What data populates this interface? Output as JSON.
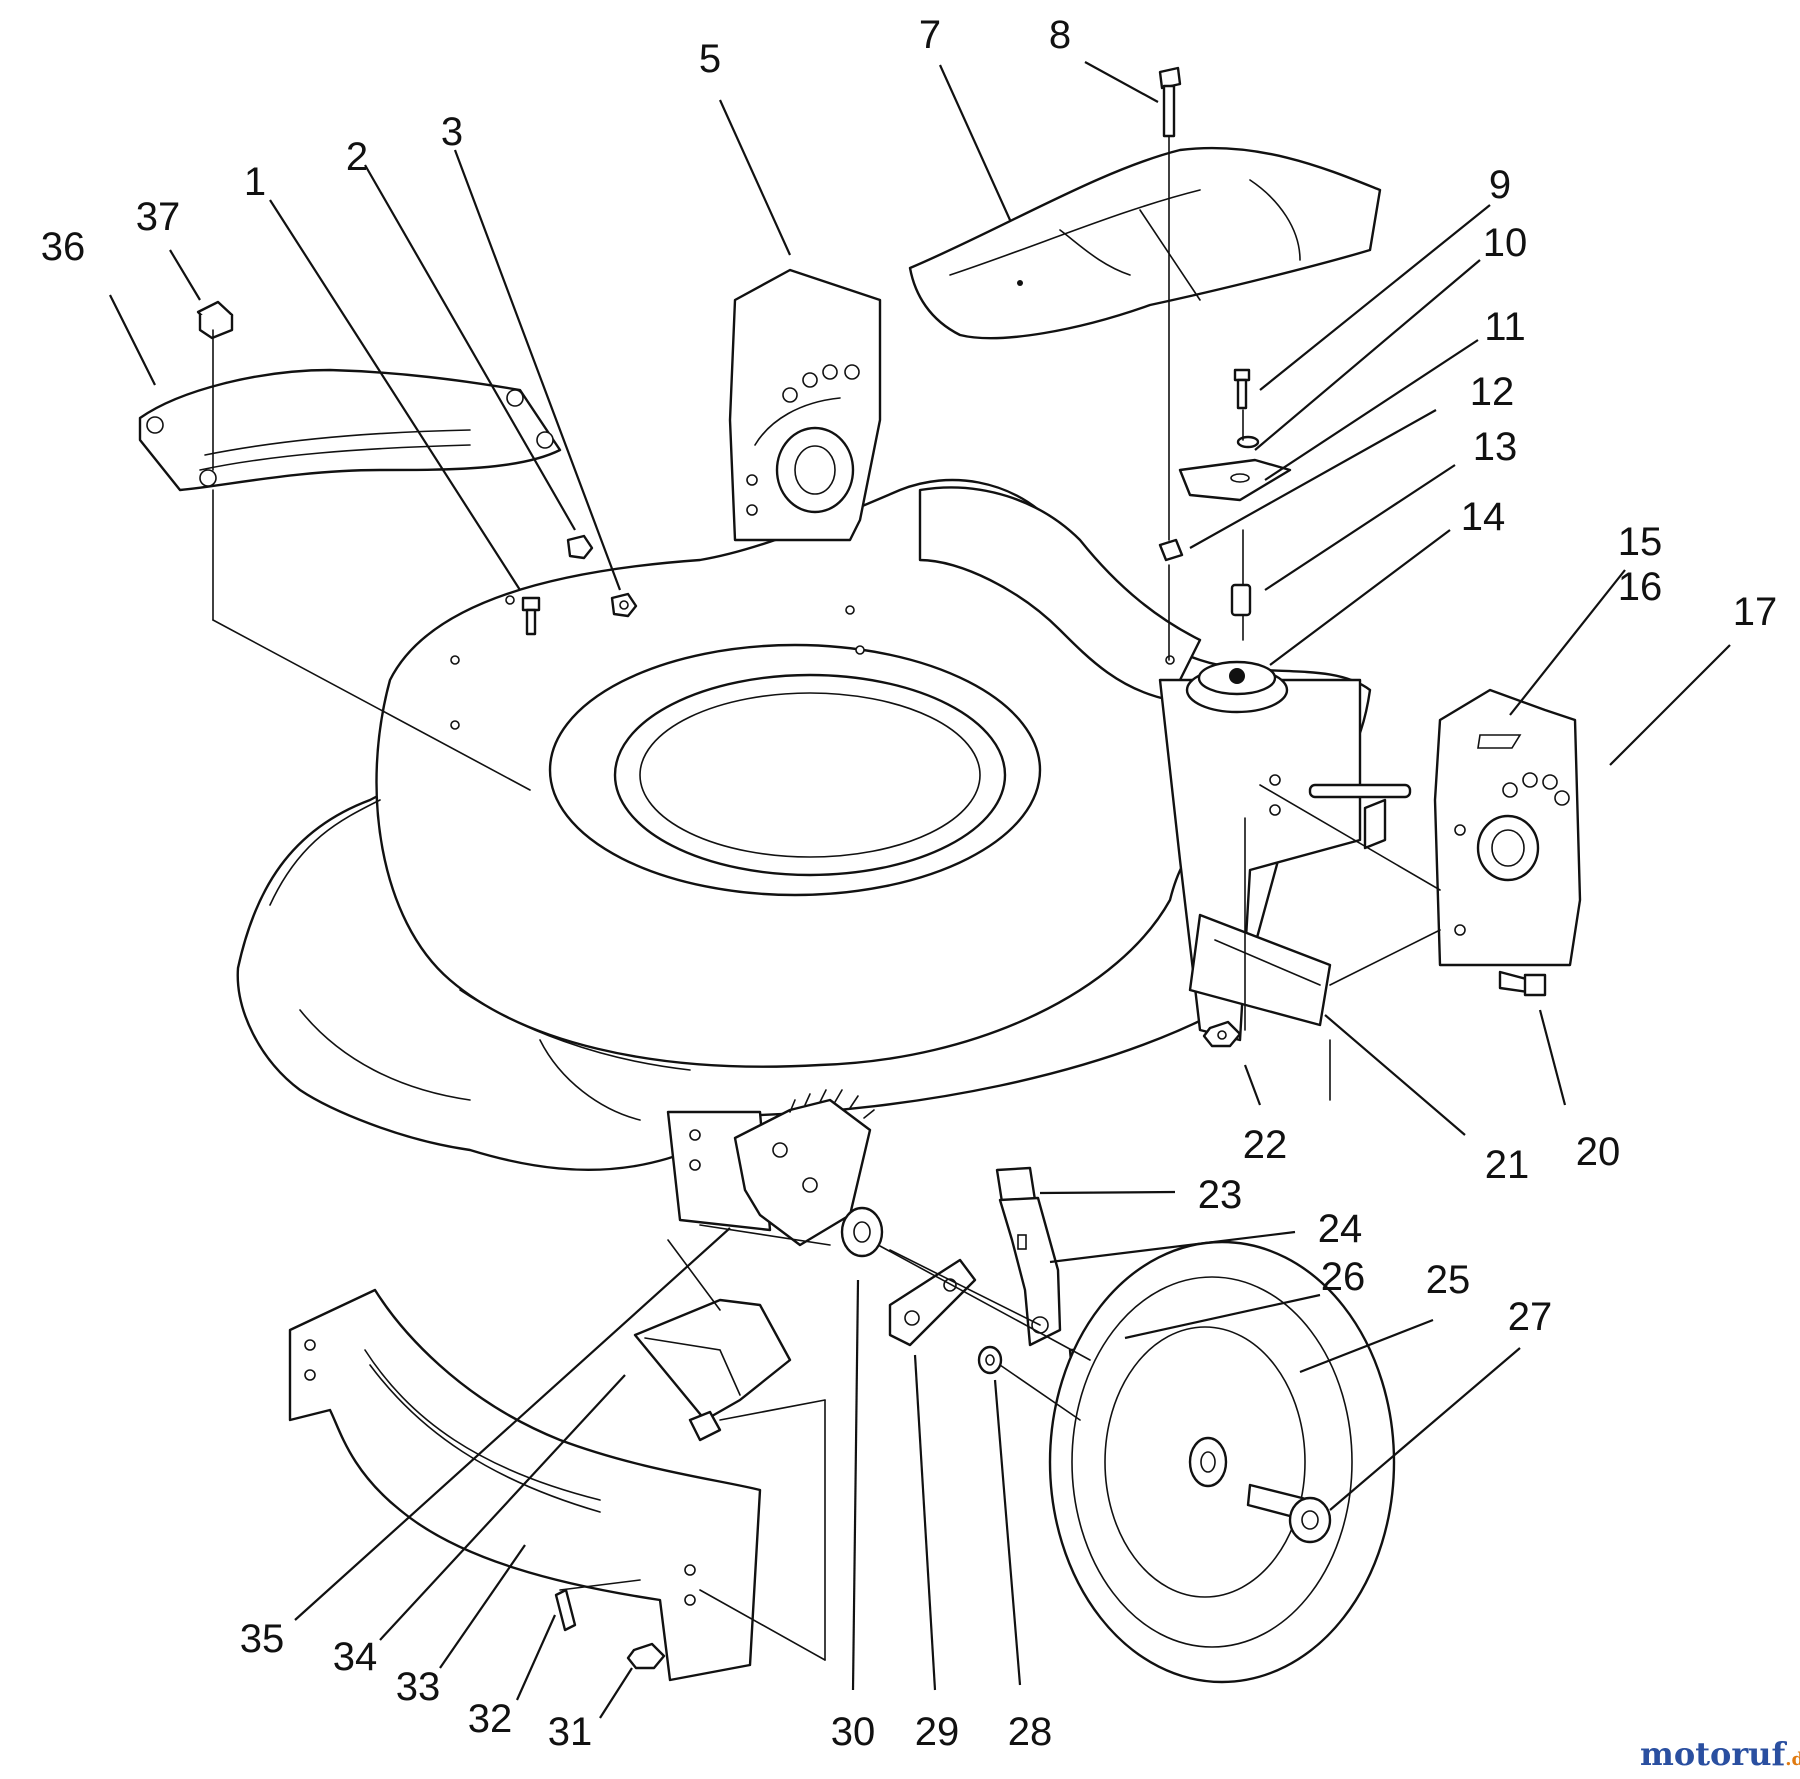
{
  "diagram": {
    "callouts": [
      "1",
      "2",
      "3",
      "5",
      "7",
      "8",
      "9",
      "10",
      "11",
      "12",
      "13",
      "14",
      "15",
      "16",
      "17",
      "20",
      "21",
      "22",
      "23",
      "24",
      "25",
      "26",
      "27",
      "28",
      "29",
      "30",
      "31",
      "32",
      "33",
      "34",
      "35",
      "36",
      "37"
    ]
  },
  "watermark": {
    "text_main": "motoruf",
    "text_suffix": ".de",
    "colors": {
      "blue": "#2a4fa0",
      "orange": "#e07a10"
    }
  }
}
